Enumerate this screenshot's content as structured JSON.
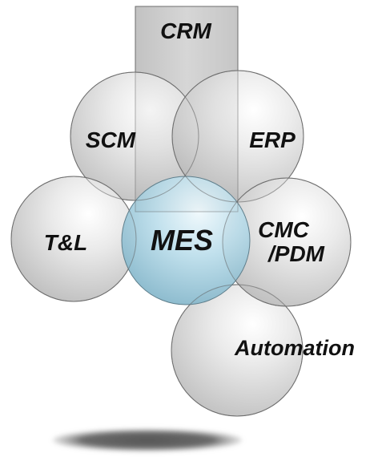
{
  "diagram": {
    "labels": {
      "crm": "CRM",
      "scm": "SCM",
      "erp": "ERP",
      "tl": "T&L",
      "mes": "MES",
      "cmc_line1": "CMC",
      "cmc_line2": "/PDM",
      "automation": "Automation"
    },
    "colors": {
      "sphere_light": "#f4f4f4",
      "sphere_dark": "#b9b9b9",
      "mes_light": "#dcf0f8",
      "mes_dark": "#88bcd0",
      "crm_fill": "#cfcfcf",
      "outline": "#6e6e6e"
    }
  }
}
